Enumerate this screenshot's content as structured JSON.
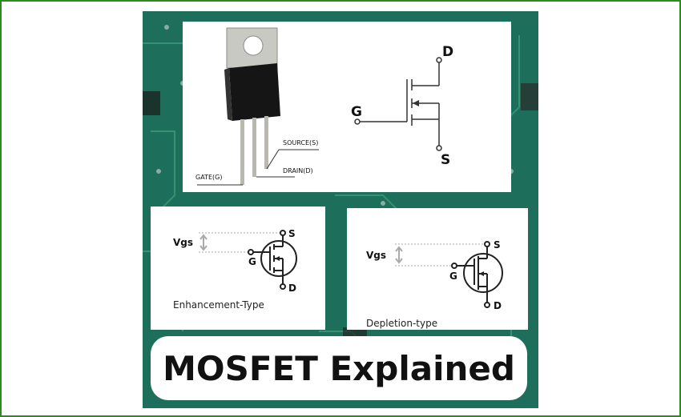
{
  "title": "MOSFET Explained",
  "physical": {
    "gate_label": "GATE(G)",
    "source_label": "SOURCE(S)",
    "drain_label": "DRAIN(D)"
  },
  "symbol": {
    "drain": "D",
    "gate": "G",
    "source": "S"
  },
  "enhancement": {
    "caption": "Enhancement-Type",
    "vgs": "Vgs",
    "s": "S",
    "g": "G",
    "d": "D"
  },
  "depletion": {
    "caption": "Depletion-type",
    "vgs": "Vgs",
    "s": "S",
    "g": "G",
    "d": "D"
  },
  "colors": {
    "board": "#1d6e5a",
    "border": "#2e8b1e",
    "trace": "#3f9a7a"
  }
}
